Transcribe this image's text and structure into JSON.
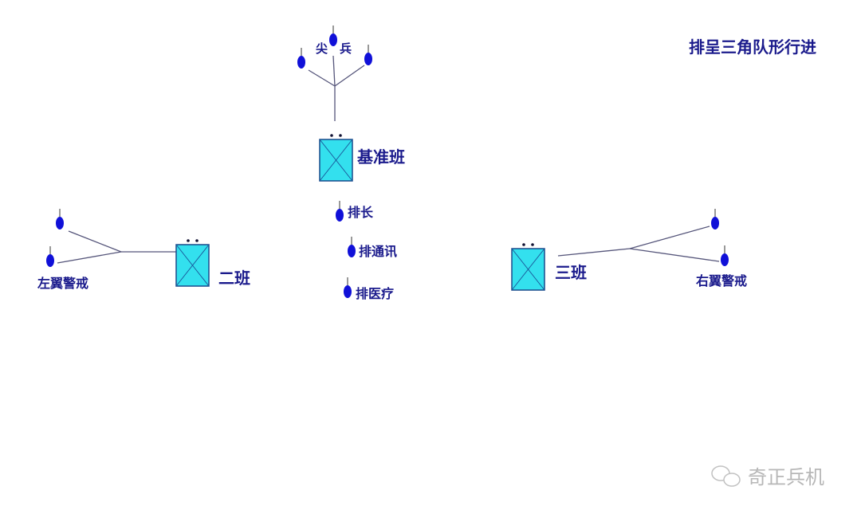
{
  "title": "排呈三角队形行进",
  "point_label_left": "尖",
  "point_label_right": "兵",
  "squads": {
    "base": "基准班",
    "second": "二班",
    "third": "三班"
  },
  "hq": {
    "leader": "排长",
    "comms": "排通讯",
    "medic": "排医疗"
  },
  "left_guard": "左翼警戒",
  "right_guard": "右翼警戒",
  "watermark": "奇正兵机",
  "colors": {
    "text": "#1a1a8c",
    "soldier": "#1010d8",
    "squad_box": "#33e0ee"
  }
}
